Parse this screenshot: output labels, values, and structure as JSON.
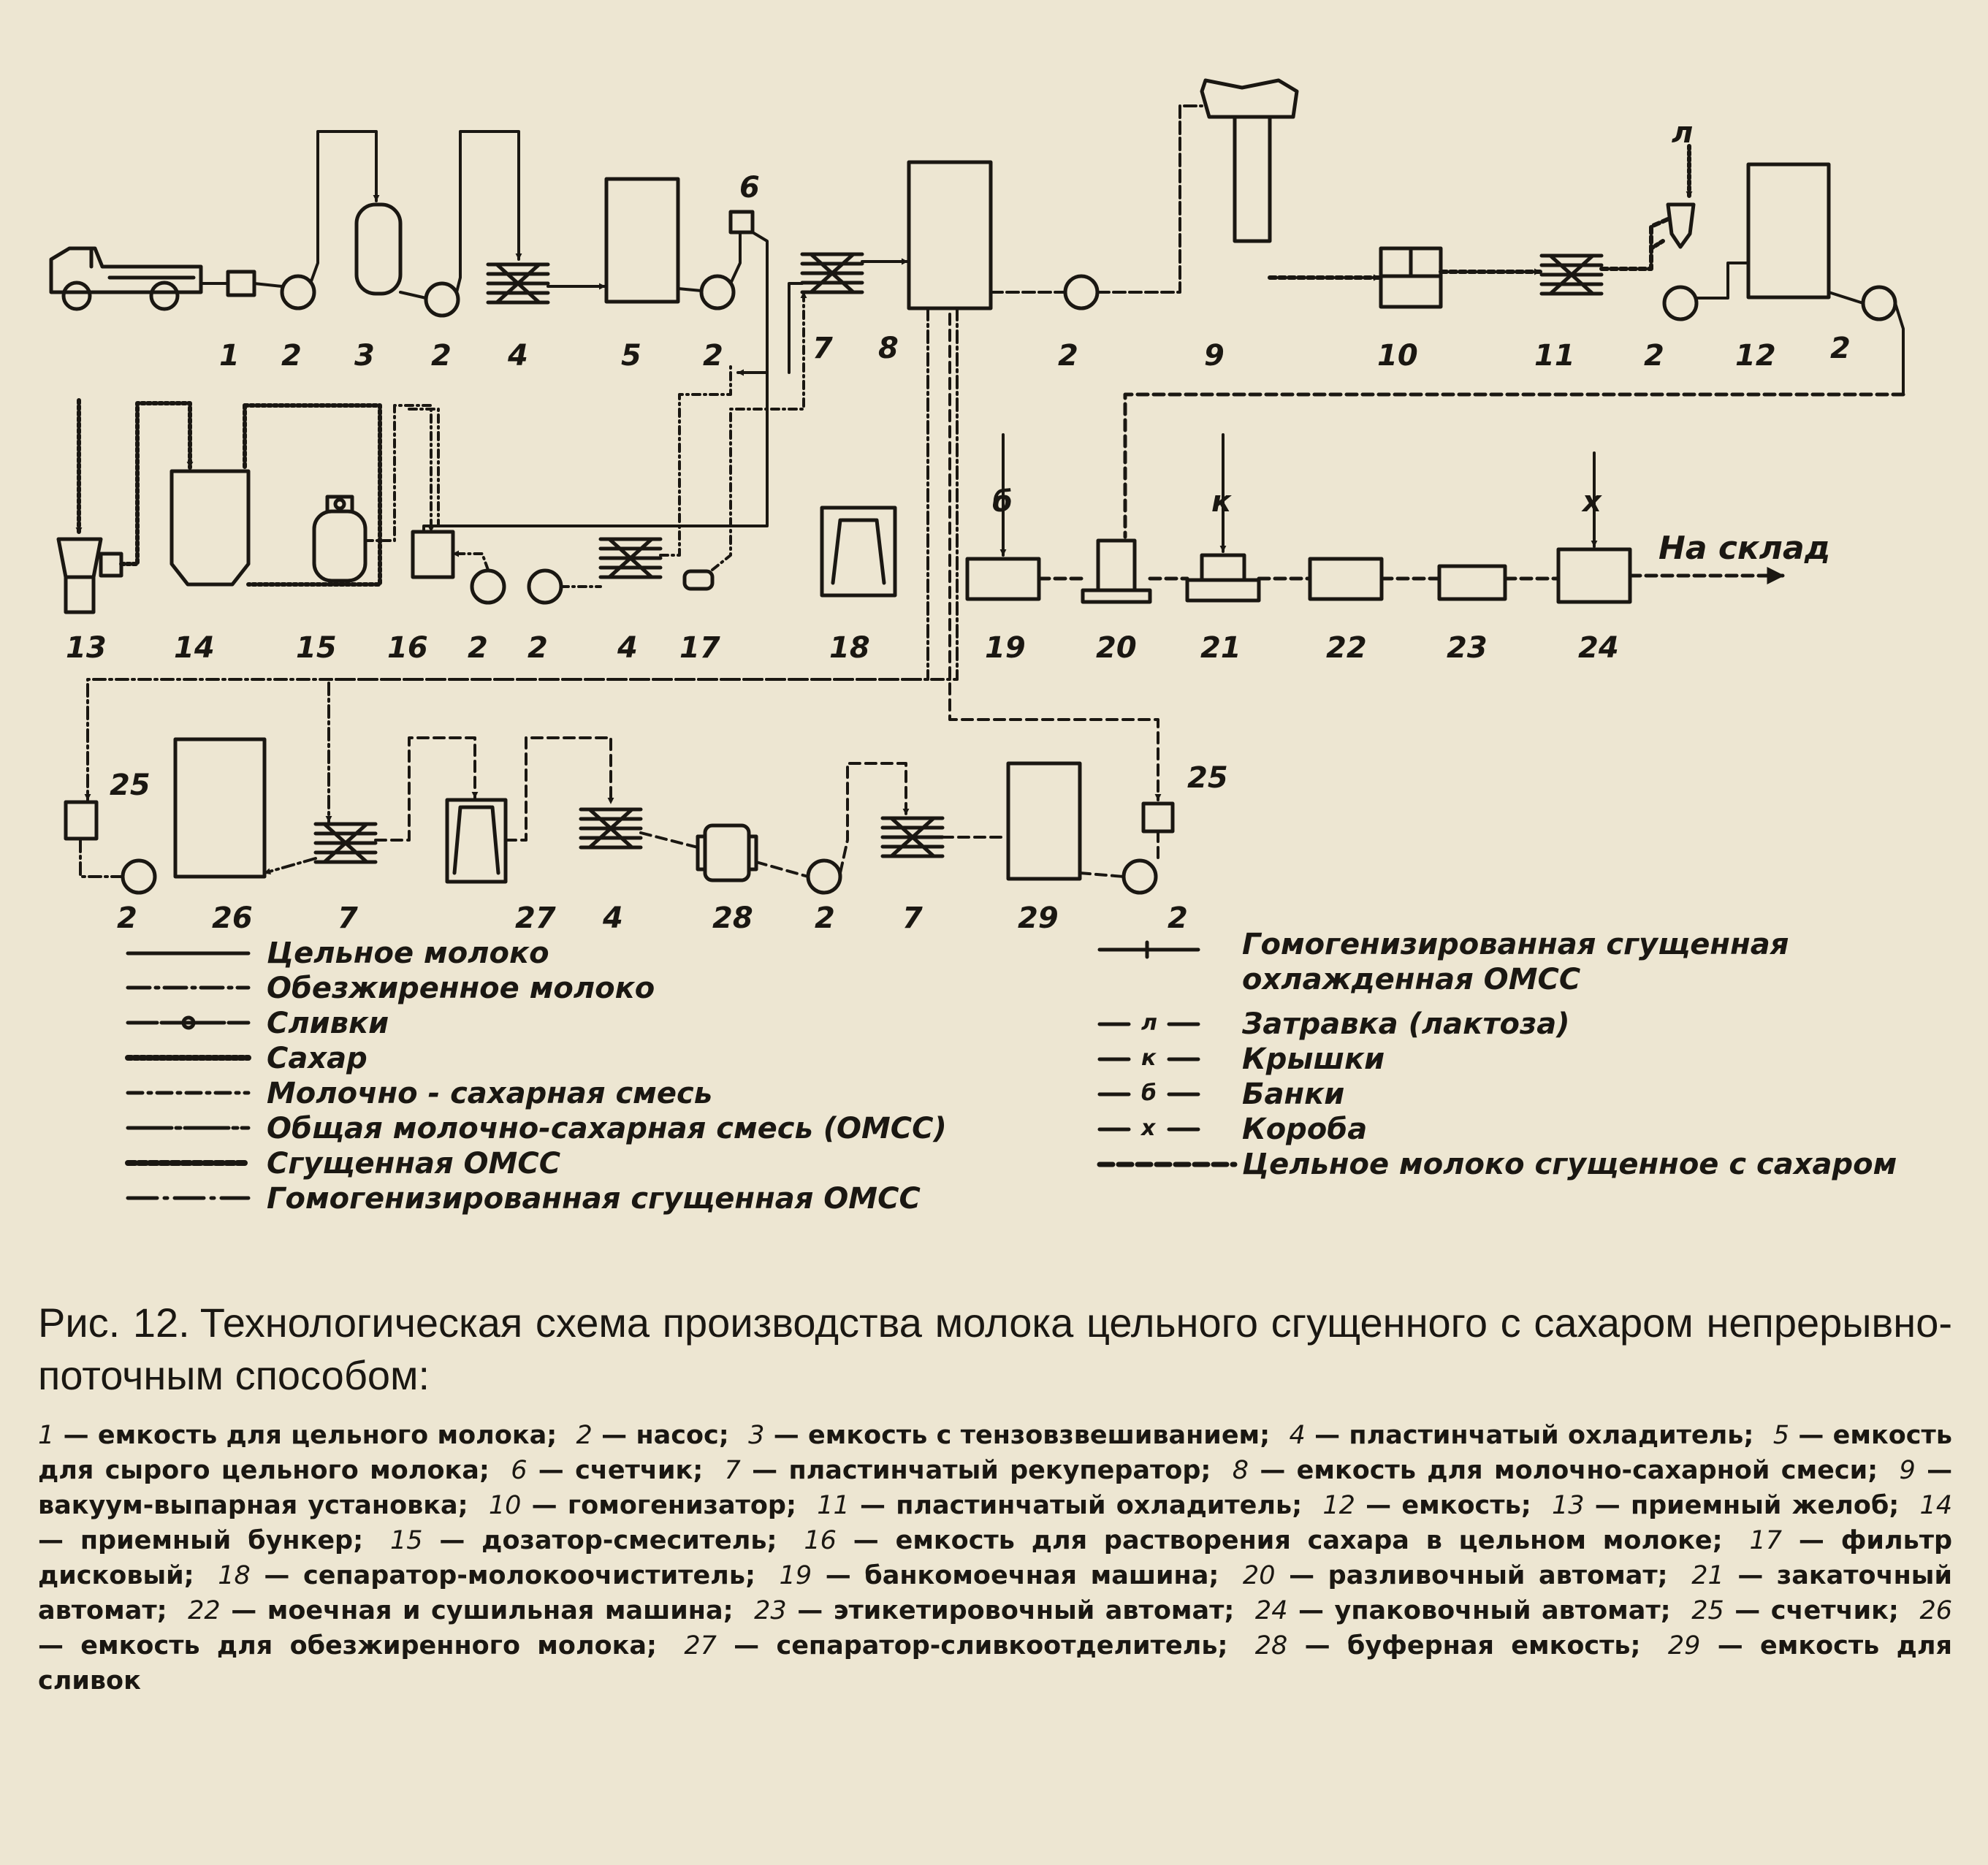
{
  "diagram": {
    "equipment_labels": [
      {
        "id": "e1",
        "text": "1"
      },
      {
        "id": "e2a",
        "text": "2"
      },
      {
        "id": "e3",
        "text": "3"
      },
      {
        "id": "e2b",
        "text": "2"
      },
      {
        "id": "e4a",
        "text": "4"
      },
      {
        "id": "e5",
        "text": "5"
      },
      {
        "id": "e2c",
        "text": "2"
      },
      {
        "id": "e6",
        "text": "6"
      },
      {
        "id": "e7a",
        "text": "7"
      },
      {
        "id": "e8",
        "text": "8"
      },
      {
        "id": "e2d",
        "text": "2"
      },
      {
        "id": "e9",
        "text": "9"
      },
      {
        "id": "e10",
        "text": "10"
      },
      {
        "id": "e11",
        "text": "11"
      },
      {
        "id": "e2e",
        "text": "2"
      },
      {
        "id": "e12",
        "text": "12"
      },
      {
        "id": "e2f",
        "text": "2"
      },
      {
        "id": "e13",
        "text": "13"
      },
      {
        "id": "e14",
        "text": "14"
      },
      {
        "id": "e15",
        "text": "15"
      },
      {
        "id": "e16",
        "text": "16"
      },
      {
        "id": "e2g",
        "text": "2"
      },
      {
        "id": "e2h",
        "text": "2"
      },
      {
        "id": "e4b",
        "text": "4"
      },
      {
        "id": "e17",
        "text": "17"
      },
      {
        "id": "e18",
        "text": "18"
      },
      {
        "id": "e19",
        "text": "19"
      },
      {
        "id": "e20",
        "text": "20"
      },
      {
        "id": "e21",
        "text": "21"
      },
      {
        "id": "e22",
        "text": "22"
      },
      {
        "id": "e23",
        "text": "23"
      },
      {
        "id": "e24",
        "text": "24"
      },
      {
        "id": "e25a",
        "text": "25"
      },
      {
        "id": "e26",
        "text": "26"
      },
      {
        "id": "e2i",
        "text": "2"
      },
      {
        "id": "e7b",
        "text": "7"
      },
      {
        "id": "e27",
        "text": "27"
      },
      {
        "id": "e4c",
        "text": "4"
      },
      {
        "id": "e28",
        "text": "28"
      },
      {
        "id": "e2j",
        "text": "2"
      },
      {
        "id": "e7c",
        "text": "7"
      },
      {
        "id": "e29",
        "text": "29"
      },
      {
        "id": "e2k",
        "text": "2"
      },
      {
        "id": "e25b",
        "text": "25"
      }
    ],
    "stream_letters": [
      {
        "id": "l1",
        "text": "л"
      },
      {
        "id": "l2",
        "text": "б"
      },
      {
        "id": "l3",
        "text": "к"
      },
      {
        "id": "l4",
        "text": "х"
      }
    ],
    "to_warehouse": "На склад",
    "legend": [
      {
        "id": "L1",
        "label": "Цельное молоко"
      },
      {
        "id": "L2",
        "label": "Обезжиренное молоко"
      },
      {
        "id": "L3",
        "label": "Сливки"
      },
      {
        "id": "L4",
        "label": "Сахар"
      },
      {
        "id": "L5",
        "label": "Молочно - сахарная смесь"
      },
      {
        "id": "L6",
        "label": "Общая молочно-сахарная смесь (ОМСС)"
      },
      {
        "id": "L7",
        "label": "Сгущенная ОМСС"
      },
      {
        "id": "L8",
        "label": "Гомогенизированная сгущенная ОМСС"
      },
      {
        "id": "L9a",
        "label": "Гомогенизированная сгущенная"
      },
      {
        "id": "L9b",
        "label": "охлажденная ОМСС"
      },
      {
        "id": "L10",
        "label": "Затравка (лактоза)"
      },
      {
        "id": "L11",
        "label": "Крышки"
      },
      {
        "id": "L12",
        "label": "Банки"
      },
      {
        "id": "L13",
        "label": "Короба"
      },
      {
        "id": "L14",
        "label": "Цельное молоко сгущенное с сахаром"
      }
    ],
    "legend_marks": [
      {
        "id": "m10",
        "text": "л"
      },
      {
        "id": "m11",
        "text": "к"
      },
      {
        "id": "m12",
        "text": "б"
      },
      {
        "id": "m13",
        "text": "х"
      }
    ]
  },
  "caption": {
    "prefix": "Рис. 12.",
    "title": "Технологическая схема производства молока цельного сгущенного с сахаром непрерывно-поточным способом:",
    "items": [
      {
        "num": "1",
        "text": "— емкость для цельного молока;"
      },
      {
        "num": "2",
        "text": "— насос;"
      },
      {
        "num": "3",
        "text": "— емкость с тензовзвешиванием;"
      },
      {
        "num": "4",
        "text": "— пластинчатый охладитель;"
      },
      {
        "num": "5",
        "text": "— емкость для сырого цельного молока;"
      },
      {
        "num": "6",
        "text": "— счетчик;"
      },
      {
        "num": "7",
        "text": "— пластинчатый рекуператор;"
      },
      {
        "num": "8",
        "text": "— емкость для молочно-сахарной смеси;"
      },
      {
        "num": "9",
        "text": "— вакуум-выпарная установка;"
      },
      {
        "num": "10",
        "text": "— гомогенизатор;"
      },
      {
        "num": "11",
        "text": "— пластинчатый охладитель;"
      },
      {
        "num": "12",
        "text": "— емкость;"
      },
      {
        "num": "13",
        "text": "— приемный желоб;"
      },
      {
        "num": "14",
        "text": "— приемный бункер;"
      },
      {
        "num": "15",
        "text": "— дозатор-смеситель;"
      },
      {
        "num": "16",
        "text": "— емкость для растворения сахара в цельном молоке;"
      },
      {
        "num": "17",
        "text": "— фильтр дисковый;"
      },
      {
        "num": "18",
        "text": "— сепаратор-молокоочиститель;"
      },
      {
        "num": "19",
        "text": "— банкомоечная машина;"
      },
      {
        "num": "20",
        "text": "— разливочный автомат;"
      },
      {
        "num": "21",
        "text": "— закаточный автомат;"
      },
      {
        "num": "22",
        "text": "— моечная и сушильная машина;"
      },
      {
        "num": "23",
        "text": "— этикетировочный автомат;"
      },
      {
        "num": "24",
        "text": "— упаковочный автомат;"
      },
      {
        "num": "25",
        "text": "— счетчик;"
      },
      {
        "num": "26",
        "text": "— емкость для обезжиренного молока;"
      },
      {
        "num": "27",
        "text": "— сепаратор-сливкоотделитель;"
      },
      {
        "num": "28",
        "text": "— буферная емкость;"
      },
      {
        "num": "29",
        "text": "— емкость для сливок"
      }
    ]
  }
}
